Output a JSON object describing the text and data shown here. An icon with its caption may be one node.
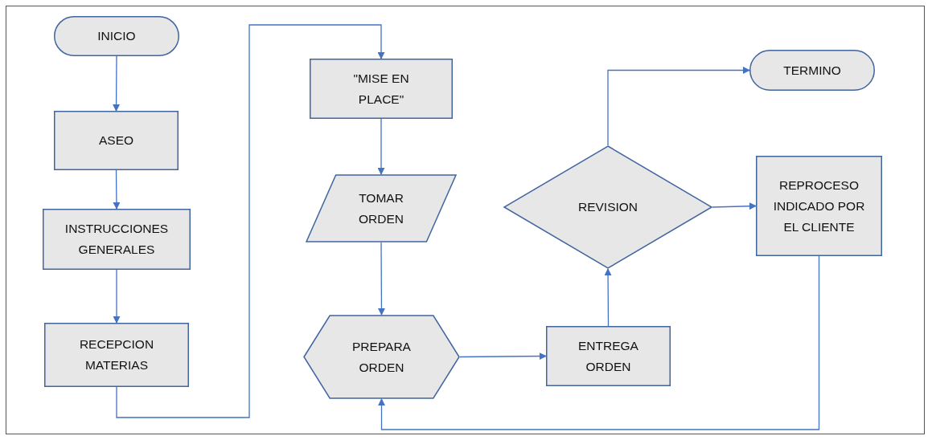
{
  "diagram": {
    "nodes": [
      {
        "text": [
          "INICIO"
        ]
      },
      {
        "text": [
          "ASEO"
        ]
      },
      {
        "text": [
          "INSTRUCCIONES GENERALES"
        ]
      },
      {
        "text": [
          "RECEPCION MATERIAS"
        ]
      },
      {
        "text": [
          "\"MISE EN PLACE\""
        ]
      },
      {
        "text": [
          "TOMAR ORDEN"
        ]
      },
      {
        "text": [
          "PREPARA ORDEN"
        ]
      },
      {
        "text": [
          "ENTREGA ORDEN"
        ]
      },
      {
        "text": [
          "REVISION"
        ]
      },
      {
        "text": [
          "TERMINO"
        ]
      },
      {
        "text": [
          "REPROCESO INDICADO POR EL CLIENTE"
        ]
      }
    ],
    "edges": [
      {
        "from": 0,
        "to": 1,
        "arrow": "to"
      },
      {
        "from": 1,
        "to": 2,
        "arrow": "to"
      },
      {
        "from": 2,
        "to": 3,
        "arrow": "to"
      },
      {
        "from": 3,
        "to": 4,
        "arrow": "to"
      },
      {
        "from": 4,
        "to": 5,
        "arrow": "to"
      },
      {
        "from": 5,
        "to": 6,
        "arrow": "to"
      },
      {
        "from": 6,
        "to": 7,
        "arrow": "to"
      },
      {
        "from": 7,
        "to": 8,
        "arrow": "to"
      },
      {
        "from": 8,
        "to": 9,
        "arrow": "to"
      },
      {
        "from": 8,
        "to": 10,
        "arrow": "to"
      },
      {
        "from": 10,
        "to": 6,
        "arrow": "to"
      }
    ]
  }
}
